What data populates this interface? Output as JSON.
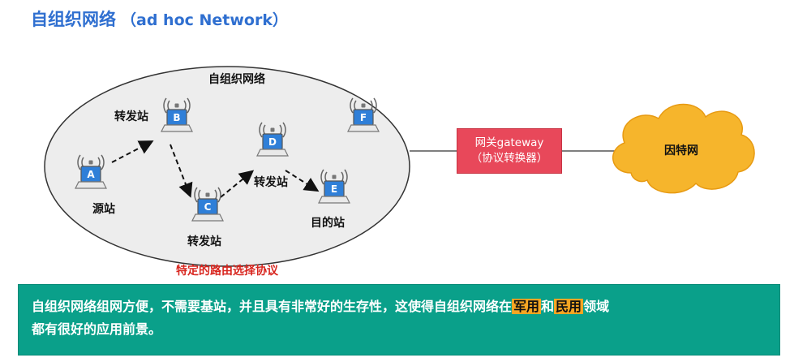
{
  "title": {
    "main": "自组织网络",
    "sub": "（ad hoc Network）"
  },
  "network": {
    "label": "自组织网络",
    "nodes": {
      "A": "A",
      "B": "B",
      "C": "C",
      "D": "D",
      "E": "E",
      "F": "F"
    },
    "roles": {
      "source": "源站",
      "relay_b": "转发站",
      "relay_c": "转发站",
      "relay_d": "转发站",
      "destination": "目的站"
    },
    "protocol": "特定的路由选择协议"
  },
  "gateway": {
    "line1": "网关gateway",
    "line2": "（协议转换器）"
  },
  "internet": {
    "label": "因特网"
  },
  "colors": {
    "title": "#2f6fd0",
    "gateway": "#e8485a",
    "protocol": "#d8261f",
    "banner": "#0aa08a",
    "highlight": "#f5a623",
    "cloud": "#f6b52c",
    "node": "#2f7fd8"
  },
  "banner": {
    "part1": "自组织网络组网方便，不需要基站，并且具有非常好的生存性，这使得自组织网络在",
    "highlight1": "军用",
    "part2": "和",
    "highlight2": "民用",
    "part3": "领域",
    "line2": "都有很好的应用前景。"
  }
}
